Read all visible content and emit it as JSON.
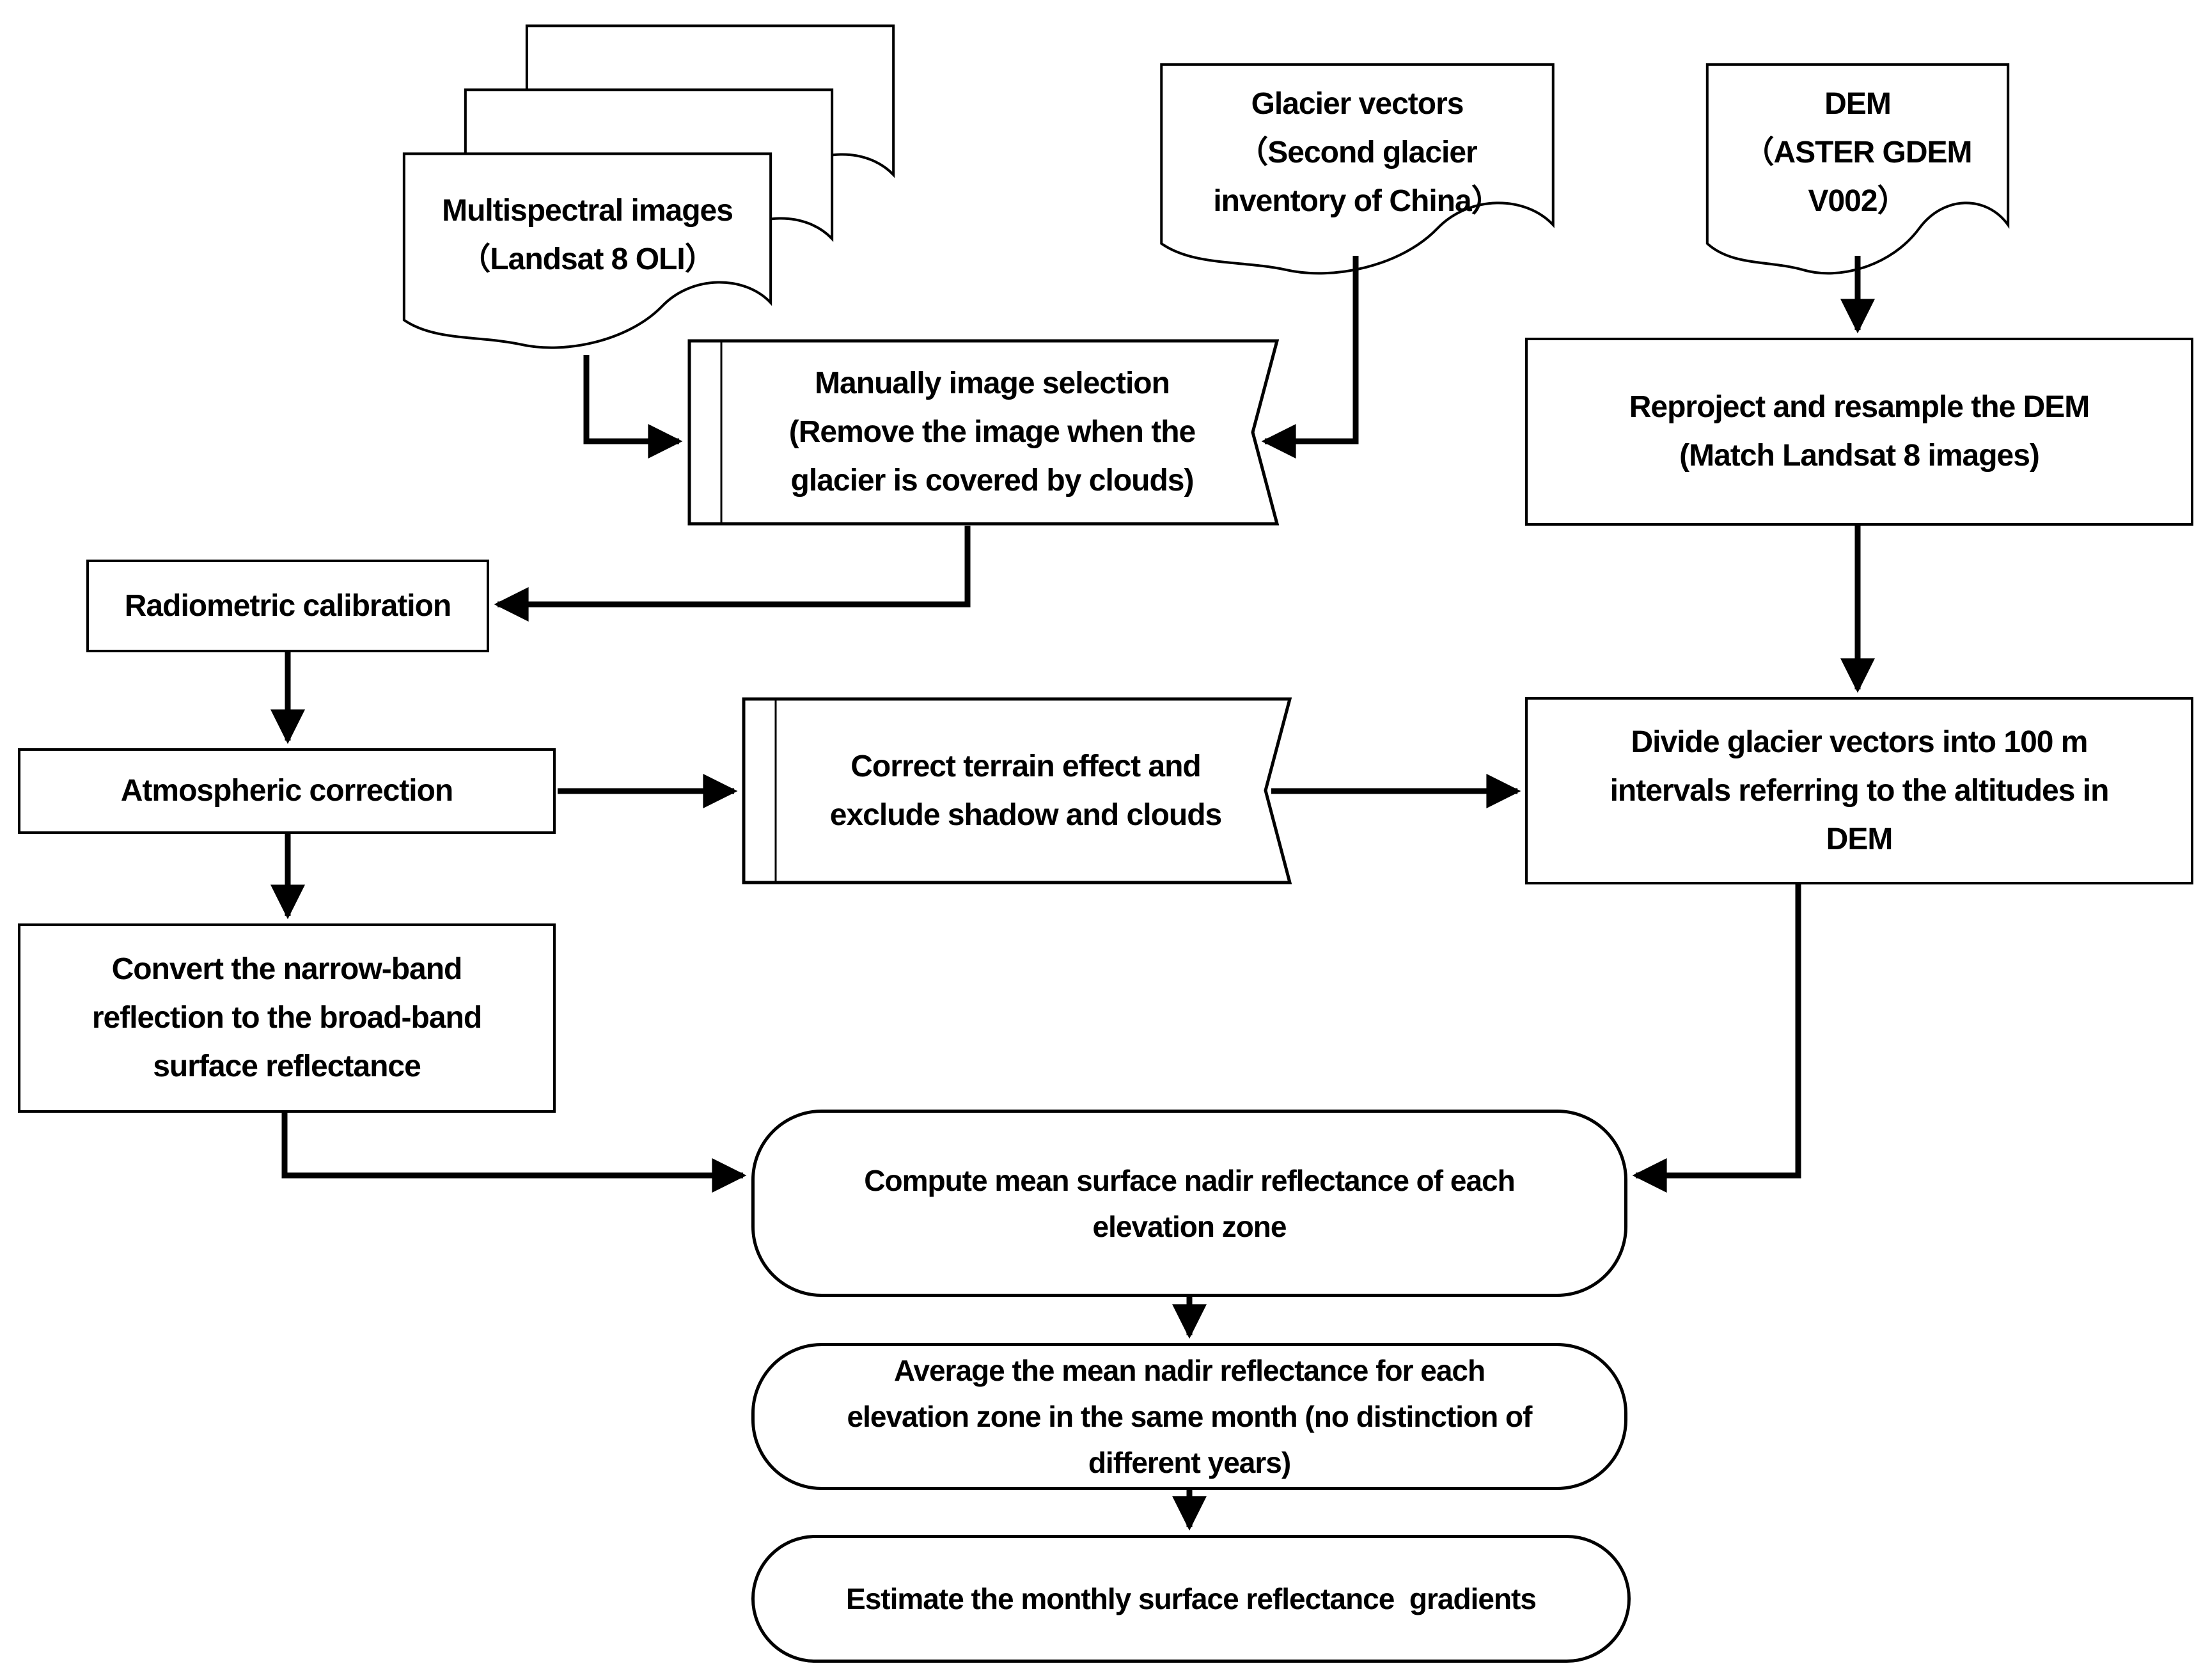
{
  "colors": {
    "outline": "#000000",
    "background": "#ffffff",
    "text": "#000000"
  },
  "nodes": {
    "multispectral": {
      "lines": [
        "Multispectral images",
        "（Landsat 8 OLI）"
      ]
    },
    "glacier_vectors": {
      "lines": [
        "Glacier vectors",
        "（Second glacier",
        "inventory of China）"
      ]
    },
    "dem": {
      "lines": [
        "DEM",
        "（ASTER GDEM",
        "V002）"
      ]
    },
    "manual_selection": {
      "lines": [
        "Manually image selection",
        "(Remove the image when the",
        "glacier is covered by clouds)"
      ]
    },
    "reproject": {
      "lines": [
        "Reproject and resample the DEM",
        "(Match Landsat 8 images)"
      ]
    },
    "radiometric": {
      "lines": [
        "Radiometric calibration"
      ]
    },
    "atmospheric": {
      "lines": [
        "Atmospheric correction"
      ]
    },
    "terrain": {
      "lines": [
        "Correct terrain effect and",
        "exclude shadow and clouds"
      ]
    },
    "divide": {
      "lines": [
        "Divide glacier vectors into 100 m",
        "intervals referring to the altitudes in",
        "DEM"
      ]
    },
    "convert": {
      "lines": [
        "Convert the narrow-band",
        "reflection to the broad-band",
        "surface reflectance"
      ]
    },
    "compute": {
      "lines": [
        "Compute mean surface nadir reflectance of each",
        "elevation zone"
      ]
    },
    "average": {
      "lines": [
        "Average the mean nadir reflectance for each",
        "elevation zone in the same month (no distinction of",
        "different years)"
      ]
    },
    "estimate": {
      "lines": [
        "Estimate the monthly surface reflectance  gradients"
      ]
    }
  }
}
